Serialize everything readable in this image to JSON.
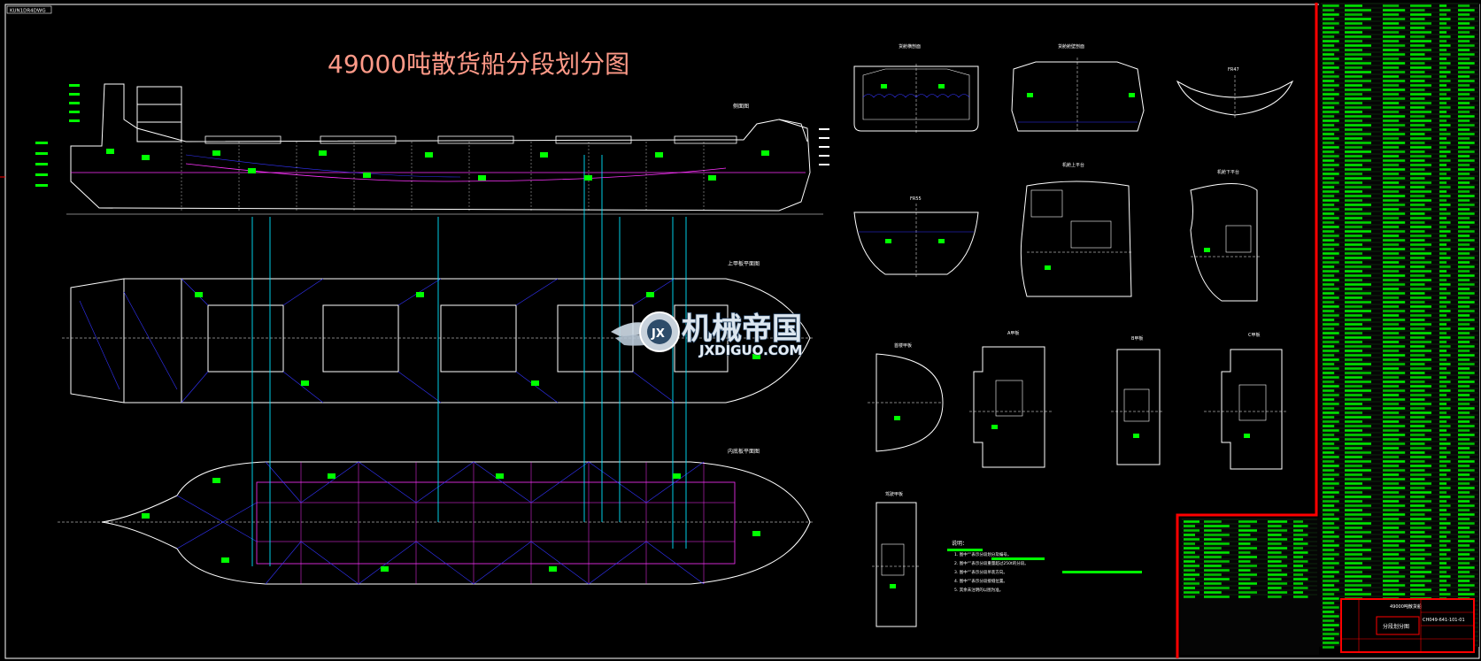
{
  "drawing": {
    "tag": "KUN1DR4DWG",
    "title": "49000吨散货船分段划分图",
    "views": {
      "profile": "侧面图",
      "upper_deck": "上甲板平面图",
      "inner_bottom": "内底板平面图",
      "midship_section": "货舱横剖面",
      "section_2": "货舱舱壁剖面",
      "fr47": "FR47",
      "fr55": "FR55",
      "engine_upper": "机舱上平台",
      "engine_lower": "机舱下平台",
      "bow_deck": "首楼甲板",
      "deck_a": "A甲板",
      "deck_b": "B甲板",
      "deck_c": "C甲板",
      "compass_deck": "驾驶甲板"
    },
    "notes": {
      "heading": "说明：",
      "lines": [
        "1. 图中“”表示分段划分及编号。",
        "2. 图中“”表示分段重量超过250t的分段。",
        "3. 图中“”表示分段吊装方向。",
        "4. 图中“”表示分段接缝位置。",
        "5. 其余未注明的以图为准。"
      ]
    }
  },
  "watermark": {
    "brand": "机械帝国",
    "url": "JXDIGUO.COM",
    "badge": "JX"
  },
  "title_block": {
    "project": "49000吨散货船",
    "drawing_name": "分段划分图",
    "drawing_no": "CH049-641-101-01"
  },
  "colors": {
    "background": "#000000",
    "outline": "#ffffff",
    "block_label": "#00ff00",
    "grid": "#00e5ff",
    "diagonal": "#3333ff",
    "divider": "#ff33ff",
    "frame_red": "#ff0000",
    "title": "#ff9a88"
  }
}
